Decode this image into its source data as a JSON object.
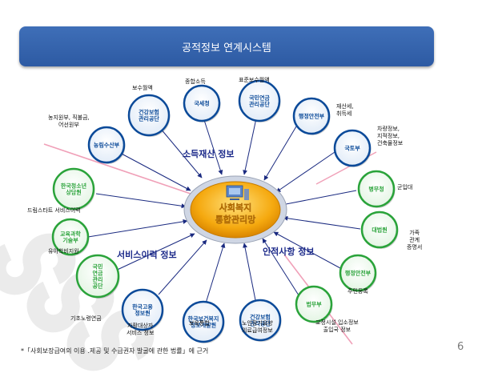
{
  "title": "공적정보 연계시스템",
  "center": {
    "label_line1": "사회복지",
    "label_line2": "통합관리망"
  },
  "section_labels": {
    "income": "소득재산 정보",
    "service": "서비스이력 정보",
    "personal": "인적사항 정보"
  },
  "nodes": [
    {
      "id": "nongrim",
      "lines": [
        "농림수산부"
      ],
      "variant": "blue"
    },
    {
      "id": "health-ins-top",
      "lines": [
        "건강보험",
        "관리공단"
      ],
      "variant": "blue"
    },
    {
      "id": "nts",
      "lines": [
        "국세청"
      ],
      "variant": "blue"
    },
    {
      "id": "nps",
      "lines": [
        "국민연금",
        "관리공단"
      ],
      "variant": "blue"
    },
    {
      "id": "mopas-top",
      "lines": [
        "행정안전부"
      ],
      "variant": "blue"
    },
    {
      "id": "molit",
      "lines": [
        "국토부"
      ],
      "variant": "blue"
    },
    {
      "id": "youth",
      "lines": [
        "한국청소년",
        "상담원"
      ],
      "variant": "green"
    },
    {
      "id": "mest",
      "lines": [
        "교육과학",
        "기술부"
      ],
      "variant": "green"
    },
    {
      "id": "nps-side",
      "lines": [
        "국민",
        "연금",
        "관리",
        "공단"
      ],
      "variant": "green"
    },
    {
      "id": "keis",
      "lines": [
        "한국고용",
        "정보원"
      ],
      "variant": "blue"
    },
    {
      "id": "ssis",
      "lines": [
        "한국보건복지",
        "정보개발원"
      ],
      "variant": "blue"
    },
    {
      "id": "health-ins-bottom",
      "lines": [
        "건강보험",
        "관리공단"
      ],
      "variant": "blue"
    },
    {
      "id": "mma",
      "lines": [
        "병무청"
      ],
      "variant": "green"
    },
    {
      "id": "court",
      "lines": [
        "대법원"
      ],
      "variant": "green"
    },
    {
      "id": "mopas-right",
      "lines": [
        "행정안전부"
      ],
      "variant": "green"
    },
    {
      "id": "moj",
      "lines": [
        "법무부"
      ],
      "variant": "green"
    }
  ],
  "notes": [
    {
      "id": "nongrim-note",
      "lines": [
        "농지원부, 직불금,",
        "어선원부"
      ]
    },
    {
      "id": "health-ins-note",
      "lines": [
        "보수월액"
      ]
    },
    {
      "id": "nts-note",
      "lines": [
        "종합소득"
      ]
    },
    {
      "id": "nps-note",
      "lines": [
        "표준보수월액"
      ]
    },
    {
      "id": "mopas-top-note",
      "lines": [
        "재산세,",
        "취득세"
      ]
    },
    {
      "id": "molit-note",
      "lines": [
        "차량정보,",
        "지적정보,",
        "건축물정보"
      ]
    },
    {
      "id": "youth-note",
      "lines": [
        "드림스타트 서비스이력"
      ]
    },
    {
      "id": "mest-note",
      "lines": [
        "유아학비지원"
      ]
    },
    {
      "id": "nps-side-note",
      "lines": [
        "기초노령연금"
      ]
    },
    {
      "id": "keis-note",
      "lines": [
        "자활대상자",
        "서비스 정보"
      ]
    },
    {
      "id": "ssis-note",
      "lines": [
        "보육통합"
      ]
    },
    {
      "id": "health-ins-bottom-note",
      "lines": [
        "노인장기요양",
        "의료급여정보"
      ]
    },
    {
      "id": "mma-note",
      "lines": [
        "군입대"
      ]
    },
    {
      "id": "court-note",
      "lines": [
        "가족",
        "관계",
        "증명서"
      ]
    },
    {
      "id": "mopas-right-note",
      "lines": [
        "주민등록"
      ]
    },
    {
      "id": "moj-note",
      "lines": [
        "교정시설 입소정보",
        "출입국 정보"
      ]
    }
  ],
  "footnote": "*「사회보장급여의 이용 .제공 및 수급권자 발굴에 관한 법률」에 근거",
  "page_number": "6",
  "colors": {
    "title_bar": "#3461a8",
    "node_blue": "#0b4a99",
    "node_green": "#2aa33a",
    "center_fill": "#f3a412",
    "arrow": "#1a2a80",
    "section_text": "#1c2a8a"
  }
}
